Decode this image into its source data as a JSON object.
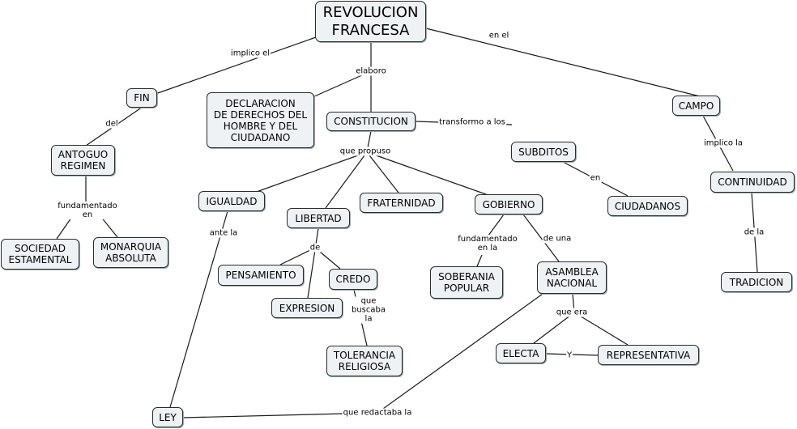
{
  "colors": {
    "node_fill": "#eef2f4",
    "node_border": "#2b2b2b",
    "line": "#1a1a1a",
    "background": "#ffffff"
  },
  "nodes": {
    "revolucion": "REVOLUCION\nFRANCESA",
    "fin": "FIN",
    "antiguo_regimen": "ANTOGUO\nREGIMEN",
    "sociedad_estamental": "SOCIEDAD\nESTAMENTAL",
    "monarquia_absoluta": "MONARQUIA\nABSOLUTA",
    "declaracion": "DECLARACION\nDE DERECHOS DEL\nHOMBRE Y DEL\nCIUDADANO",
    "constitucion": "CONSTITUCION",
    "subditos": "SUBDITOS",
    "ciudadanos": "CIUDADANOS",
    "campo": "CAMPO",
    "continuidad": "CONTINUIDAD",
    "tradicion": "TRADICION",
    "igualdad": "IGUALDAD",
    "libertad": "LIBERTAD",
    "fraternidad": "FRATERNIDAD",
    "gobierno": "GOBIERNO",
    "pensamiento": "PENSAMIENTO",
    "expresion": "EXPRESION",
    "credo": "CREDO",
    "tolerancia": "TOLERANCIA\nRELIGIOSA",
    "soberania": "SOBERANIA\nPOPULAR",
    "asamblea": "ASAMBLEA\nNACIONAL",
    "electa": "ELECTA",
    "representativa": "REPRESENTATIVA",
    "ley": "LEY"
  },
  "links": {
    "implico_el": "implico el",
    "elaboro": "elaboro",
    "en_el": "en el",
    "del": "del",
    "fundamentado_en": "fundamentado\nen",
    "transformo_a_los": "transformo a los",
    "en": "en",
    "implico_la": "implico la",
    "de_la": "de la",
    "que_propuso": "que propuso",
    "ante_la": "ante la",
    "de": "de",
    "que_buscaba_la": "que\nbuscaba\nla",
    "fundamentado_en_la": "fundamentado\nen la",
    "de_una": "de una",
    "que_era": "que era",
    "y": "Y",
    "que_redactaba_la": "que redactaba la"
  }
}
